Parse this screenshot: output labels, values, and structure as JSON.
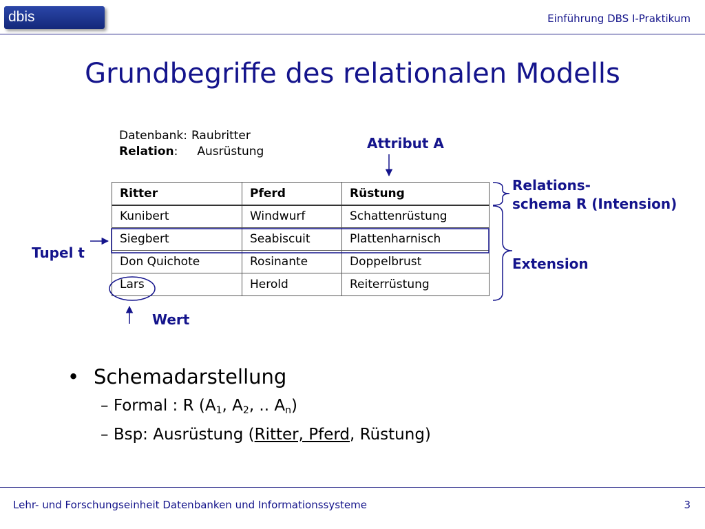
{
  "header": {
    "logo_text": "dbis",
    "course": "Einführung DBS I-Praktikum"
  },
  "title": "Grundbegriffe des relationalen Modells",
  "meta": {
    "db_label": "Datenbank:",
    "db_value": "Raubritter",
    "rel_label": "Relation",
    "rel_colon": ":",
    "rel_value": "Ausrüstung"
  },
  "annotations": {
    "attribut": "Attribut A",
    "relations_schema_1": "Relations-",
    "relations_schema_2": "schema R (Intension)",
    "extension": "Extension",
    "tupel": "Tupel t",
    "wert": "Wert"
  },
  "table": {
    "headers": [
      "Ritter",
      "Pferd",
      "Rüstung"
    ],
    "rows": [
      [
        "Kunibert",
        "Windwurf",
        "Schattenrüstung"
      ],
      [
        "Siegbert",
        "Seabiscuit",
        "Plattenharnisch"
      ],
      [
        "Don Quichote",
        "Rosinante",
        "Doppelbrust"
      ],
      [
        "Lars",
        "Herold",
        "Reiterrüstung"
      ]
    ]
  },
  "bullets": {
    "main": "Schemadarstellung",
    "formal_prefix": "Formal : R (A",
    "formal_sub1": "1",
    "formal_mid1": ", A",
    "formal_sub2": "2",
    "formal_mid2": ", .. A",
    "formal_sub3": "n",
    "formal_end": ")",
    "bsp_prefix": "Bsp: Ausrüstung (",
    "bsp_key": "Ritter, Pferd",
    "bsp_rest": ", Rüstung)"
  },
  "footer": {
    "text": "Lehr- und Forschungseinheit Datenbanken und Informationssysteme",
    "page": "3"
  },
  "colors": {
    "accent": "#14148c",
    "logo": "#1e3a9a"
  }
}
